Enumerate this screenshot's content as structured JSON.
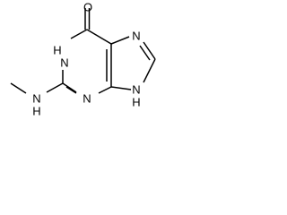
{
  "molecule": {
    "atoms": {
      "o": "O",
      "n1": "N",
      "n1_h": "H",
      "n3": "N",
      "n7": "N",
      "n9": "N",
      "n9_h": "H",
      "nh": "N",
      "nh_h": "H"
    },
    "colors": {
      "ink": "#000000",
      "background": "#ffffff"
    }
  }
}
